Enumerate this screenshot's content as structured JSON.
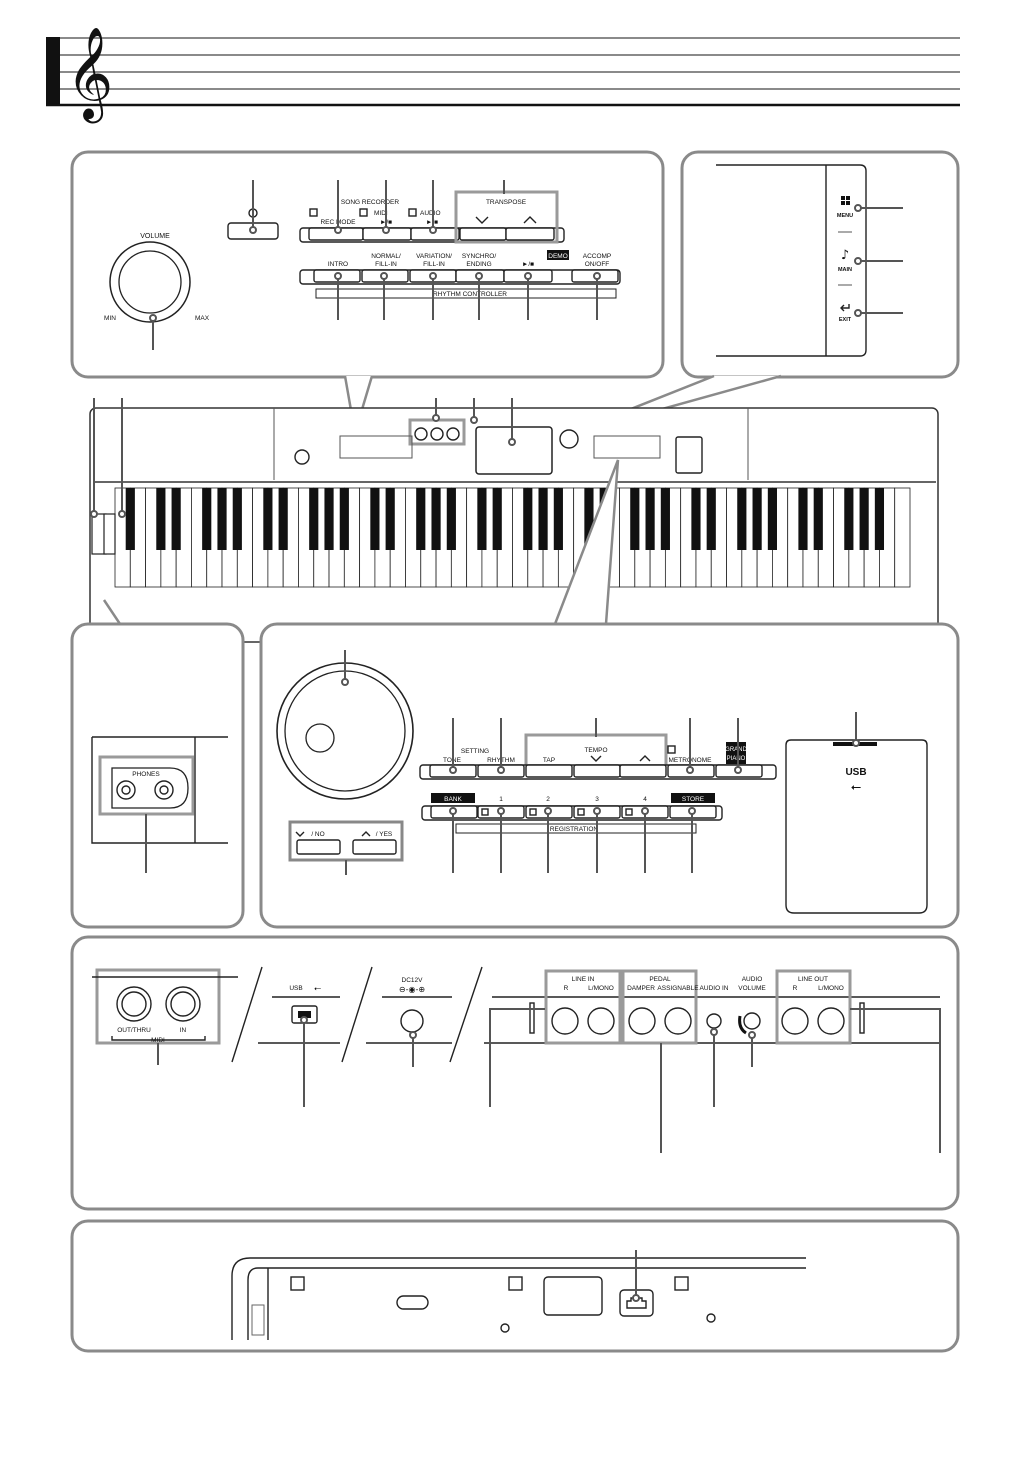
{
  "top_panel": {
    "volume": "VOLUME",
    "vol_min": "MIN",
    "vol_max": "MAX",
    "song_recorder": "SONG RECORDER",
    "rec_mode": "REC MODE",
    "midi": "MIDI",
    "audio": "AUDIO",
    "play_stop": "►/■",
    "transpose": "TRANSPOSE",
    "intro": "INTRO",
    "normal_fill_in_1": "NORMAL/",
    "normal_fill_in_2": "FILL-IN",
    "variation_fill_in_1": "VARIATION/",
    "variation_fill_in_2": "FILL-IN",
    "synchro_ending_1": "SYNCHRO/",
    "synchro_ending_2": "ENDING",
    "demo": "DEMO",
    "accomp_1": "ACCOMP",
    "accomp_2": "ON/OFF",
    "rhythm_controller": "RHYTHM CONTROLLER"
  },
  "display_panel": {
    "menu": "MENU",
    "main": "MAIN",
    "exit": "EXIT"
  },
  "phones_panel": {
    "phones": "PHONES"
  },
  "lower_panel": {
    "no": "/ NO",
    "yes": "/ YES",
    "setting": "SETTING",
    "tone": "TONE",
    "rhythm": "RHYTHM",
    "tempo": "TEMPO",
    "tap": "TAP",
    "metronome": "METRONOME",
    "grand_piano_1": "GRAND",
    "grand_piano_2": "PIANO",
    "bank": "BANK",
    "reg1": "1",
    "reg2": "2",
    "reg3": "3",
    "reg4": "4",
    "store": "STORE",
    "registration": "REGISTRATION",
    "usb": "USB"
  },
  "rear_panel": {
    "out_thru": "OUT/THRU",
    "in": "IN",
    "midi": "MIDI",
    "usb": "USB",
    "dc12v": "DC12V",
    "line_in": "LINE IN",
    "r": "R",
    "l_mono": "L/MONO",
    "pedal": "PEDAL",
    "damper": "DAMPER",
    "assignable": "ASSIGNABLE",
    "audio_in": "AUDIO IN",
    "audio_volume_1": "AUDIO",
    "audio_volume_2": "VOLUME",
    "line_out": "LINE OUT",
    "r2": "R",
    "l_mono2": "L/MONO"
  }
}
